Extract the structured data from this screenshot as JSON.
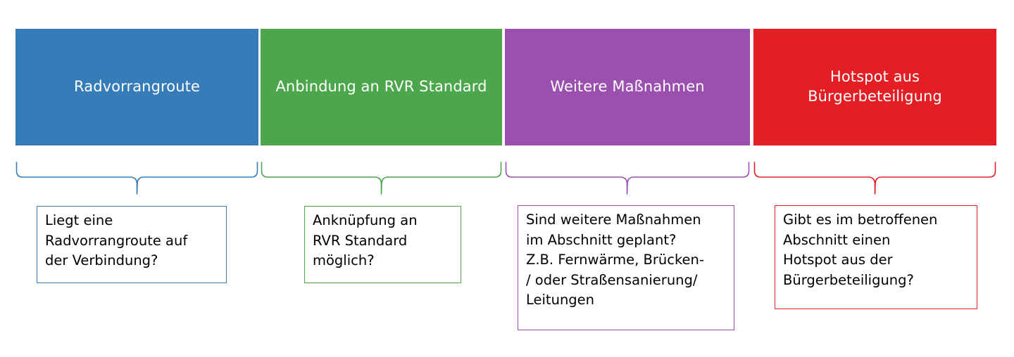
{
  "diagram": {
    "type": "flow-criteria-columns",
    "columns": [
      {
        "id": "radvorrangroute",
        "header_label": "Radvorrangroute",
        "color": "#357CB8",
        "question_lines": [
          "Liegt eine",
          "Radvorrangroute auf",
          "der Verbindung?"
        ],
        "question_text": "Liegt eine Radvorrangroute auf der Verbindung?"
      },
      {
        "id": "anbindung-rvr-standard",
        "header_label": "Anbindung an RVR Standard",
        "color": "#4CA64C",
        "question_lines": [
          "Anknüpfung an",
          "RVR Standard",
          "möglich?"
        ],
        "question_text": "Anknüpfung an RVR Standard möglich?"
      },
      {
        "id": "weitere-massnahmen",
        "header_label": "Weitere Maßnahmen",
        "color": "#9B4FAE",
        "question_lines": [
          "Sind weitere Maßnahmen",
          "im Abschnitt geplant?",
          "Z.B. Fernwärme, Brücken-",
          "/ oder Straßensanierung/",
          "Leitungen"
        ],
        "question_text": "Sind weitere Maßnahmen im Abschnitt geplant? Z.B. Fernwärme, Brücken- / oder Straßensanierung/ Leitungen"
      },
      {
        "id": "hotspot-buergerbeteiligung",
        "header_label": "Hotspot aus Bürgerbeteiligung",
        "header_lines": [
          "Hotspot aus",
          "Bürgerbeteiligung"
        ],
        "color": "#E31E24",
        "question_lines": [
          "Gibt es im betroffenen",
          "Abschnitt einen",
          "Hotspot aus der",
          "Bürgerbeteiligung?"
        ],
        "question_text": "Gibt es im betroffenen Abschnitt einen Hotspot aus der Bürgerbeteiligung?"
      }
    ]
  }
}
